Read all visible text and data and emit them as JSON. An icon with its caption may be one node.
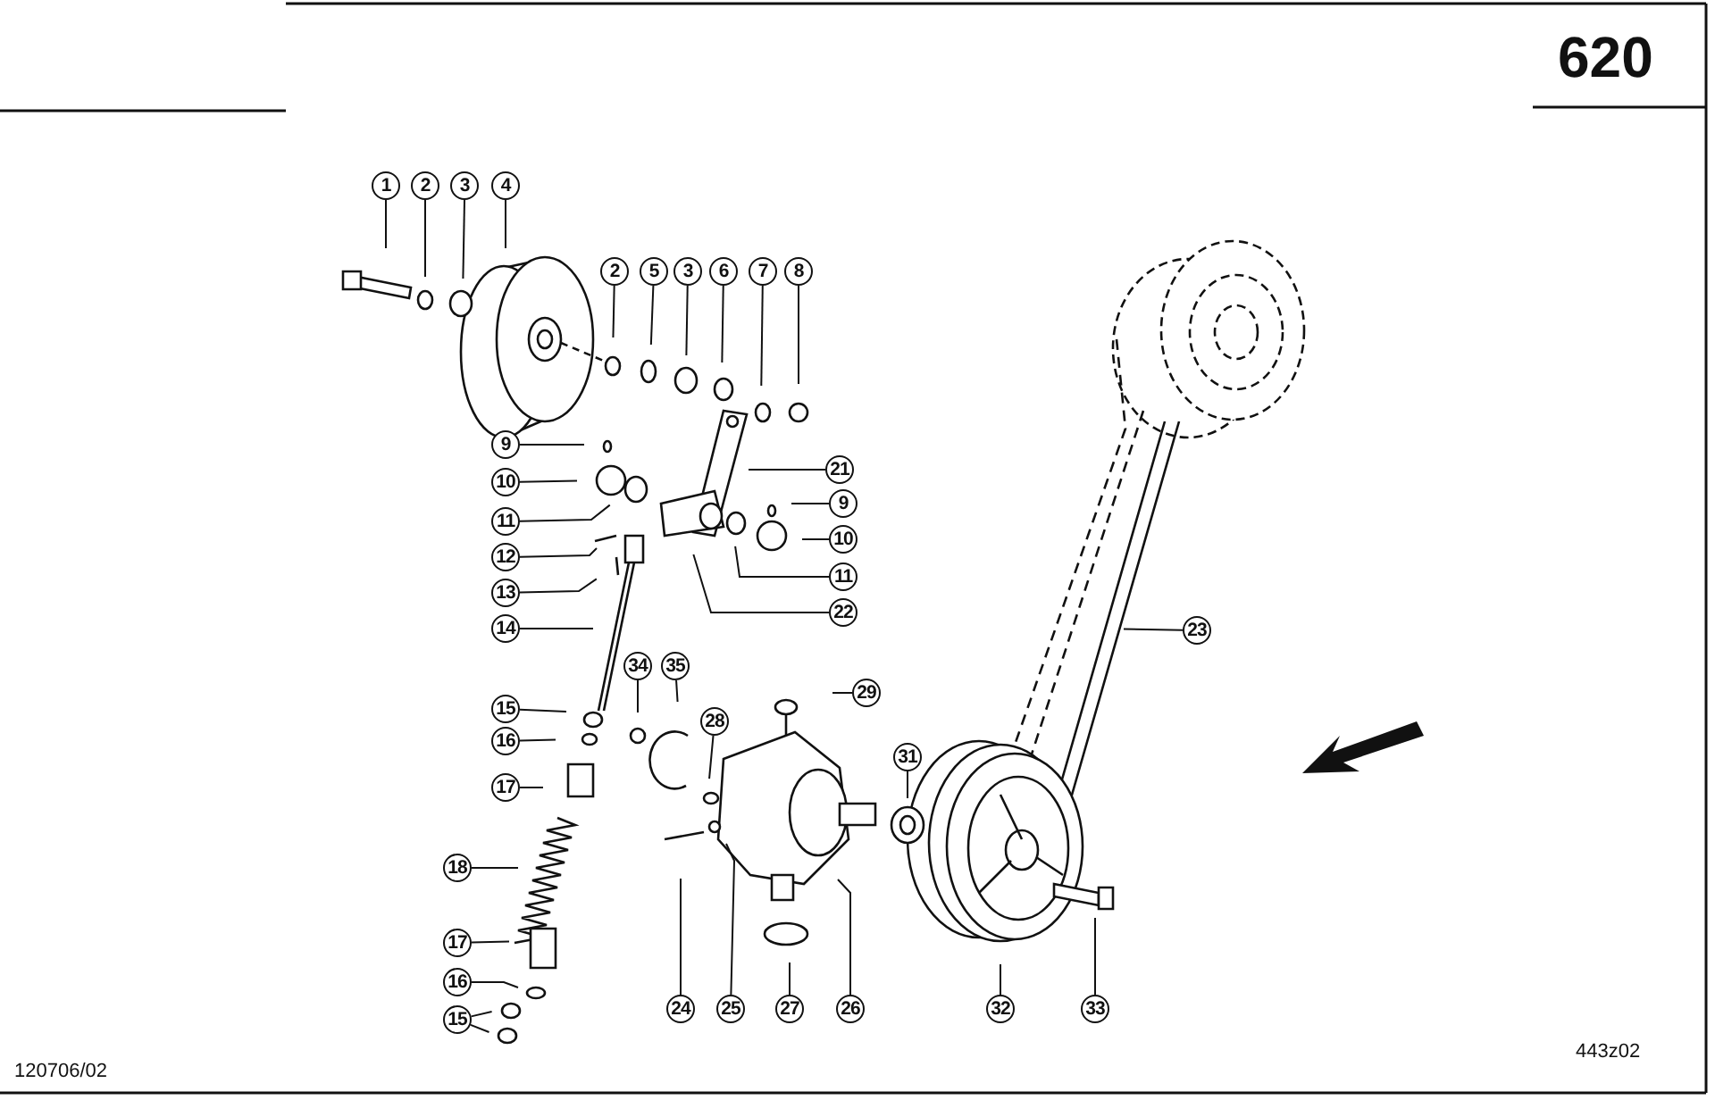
{
  "diagram": {
    "nodes": [
      {
        "text": [
          "1"
        ]
      },
      {
        "text": [
          "2"
        ]
      },
      {
        "text": [
          "3"
        ]
      },
      {
        "text": [
          "4"
        ]
      },
      {
        "text": [
          "2"
        ]
      },
      {
        "text": [
          "5"
        ]
      },
      {
        "text": [
          "3"
        ]
      },
      {
        "text": [
          "6"
        ]
      },
      {
        "text": [
          "7"
        ]
      },
      {
        "text": [
          "8"
        ]
      },
      {
        "text": [
          "9"
        ]
      },
      {
        "text": [
          "21"
        ]
      },
      {
        "text": [
          "10"
        ]
      },
      {
        "text": [
          "9"
        ]
      },
      {
        "text": [
          "11"
        ]
      },
      {
        "text": [
          "10"
        ]
      },
      {
        "text": [
          "12"
        ]
      },
      {
        "text": [
          "11"
        ]
      },
      {
        "text": [
          "13"
        ]
      },
      {
        "text": [
          "22"
        ]
      },
      {
        "text": [
          "14"
        ]
      },
      {
        "text": [
          "23"
        ]
      },
      {
        "text": [
          "34"
        ]
      },
      {
        "text": [
          "35"
        ]
      },
      {
        "text": [
          "29"
        ]
      },
      {
        "text": [
          "15"
        ]
      },
      {
        "text": [
          "28"
        ]
      },
      {
        "text": [
          "16"
        ]
      },
      {
        "text": [
          "31"
        ]
      },
      {
        "text": [
          "17"
        ]
      },
      {
        "text": [
          "18"
        ]
      },
      {
        "text": [
          "17"
        ]
      },
      {
        "text": [
          "16"
        ]
      },
      {
        "text": [
          "24"
        ]
      },
      {
        "text": [
          "25"
        ]
      },
      {
        "text": [
          "27"
        ]
      },
      {
        "text": [
          "26"
        ]
      },
      {
        "text": [
          "32"
        ]
      },
      {
        "text": [
          "33"
        ]
      },
      {
        "text": [
          "15"
        ]
      }
    ],
    "edges": [
      {
        "from": 0,
        "to": null,
        "arrow": "none"
      },
      {
        "from": 1,
        "to": null,
        "arrow": "none"
      },
      {
        "from": 2,
        "to": null,
        "arrow": "none"
      },
      {
        "from": 3,
        "to": null,
        "arrow": "none"
      },
      {
        "from": 4,
        "to": null,
        "arrow": "none"
      },
      {
        "from": 5,
        "to": null,
        "arrow": "none"
      },
      {
        "from": 6,
        "to": null,
        "arrow": "none"
      },
      {
        "from": 7,
        "to": null,
        "arrow": "none"
      },
      {
        "from": 8,
        "to": null,
        "arrow": "none"
      },
      {
        "from": 9,
        "to": null,
        "arrow": "none"
      },
      {
        "from": 10,
        "to": null,
        "arrow": "none"
      },
      {
        "from": 11,
        "to": null,
        "arrow": "none"
      },
      {
        "from": 12,
        "to": null,
        "arrow": "none"
      },
      {
        "from": 13,
        "to": null,
        "arrow": "none"
      },
      {
        "from": 14,
        "to": null,
        "arrow": "none"
      },
      {
        "from": 15,
        "to": null,
        "arrow": "none"
      },
      {
        "from": 16,
        "to": null,
        "arrow": "none"
      },
      {
        "from": 17,
        "to": null,
        "arrow": "none"
      },
      {
        "from": 18,
        "to": null,
        "arrow": "none"
      },
      {
        "from": 19,
        "to": null,
        "arrow": "none"
      },
      {
        "from": 20,
        "to": null,
        "arrow": "none"
      },
      {
        "from": 21,
        "to": null,
        "arrow": "none"
      },
      {
        "from": 22,
        "to": null,
        "arrow": "none"
      },
      {
        "from": 23,
        "to": null,
        "arrow": "none"
      },
      {
        "from": 24,
        "to": null,
        "arrow": "none"
      },
      {
        "from": 25,
        "to": null,
        "arrow": "none"
      },
      {
        "from": 26,
        "to": null,
        "arrow": "none"
      },
      {
        "from": 27,
        "to": null,
        "arrow": "none"
      },
      {
        "from": 28,
        "to": null,
        "arrow": "none"
      },
      {
        "from": 29,
        "to": null,
        "arrow": "none"
      },
      {
        "from": 30,
        "to": null,
        "arrow": "none"
      },
      {
        "from": 31,
        "to": null,
        "arrow": "none"
      },
      {
        "from": 32,
        "to": null,
        "arrow": "none"
      },
      {
        "from": 33,
        "to": null,
        "arrow": "none"
      },
      {
        "from": 34,
        "to": null,
        "arrow": "none"
      },
      {
        "from": 35,
        "to": null,
        "arrow": "none"
      },
      {
        "from": 36,
        "to": null,
        "arrow": "none"
      },
      {
        "from": 37,
        "to": null,
        "arrow": "none"
      },
      {
        "from": 38,
        "to": null,
        "arrow": "none"
      },
      {
        "from": 39,
        "to": null,
        "arrow": "none"
      },
      {
        "from": 39,
        "to": null,
        "arrow": "none"
      }
    ],
    "labels": [
      "620",
      "120706/02",
      "443z02"
    ]
  }
}
